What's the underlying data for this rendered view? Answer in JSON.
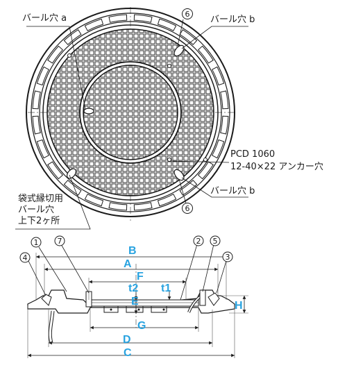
{
  "top_view": {
    "label_pearl_a": "バール穴 a",
    "label_pearl_b_top": "バール穴 b",
    "label_pearl_b_bottom": "バール穴 b",
    "label_pcd_line1": "PCD 1060",
    "label_pcd_line2": "12-40×22 アンカー穴",
    "label_bag_line1": "袋式縁切用",
    "label_bag_line2": "バール穴",
    "label_bag_line3": "上下2ヶ所",
    "callout_top": "6",
    "callout_bottom": "6"
  },
  "section_view": {
    "callouts": {
      "c1": "1",
      "c2": "2",
      "c3": "3",
      "c4": "4",
      "c5": "5",
      "c7": "7"
    },
    "dims": {
      "A": "A",
      "B": "B",
      "C": "C",
      "D": "D",
      "E": "E",
      "F": "F",
      "G": "G",
      "H": "H",
      "t1": "t1",
      "t2": "t2"
    }
  },
  "colors": {
    "dimension_label": "#29a3e0",
    "line": "#1a1a1a"
  }
}
